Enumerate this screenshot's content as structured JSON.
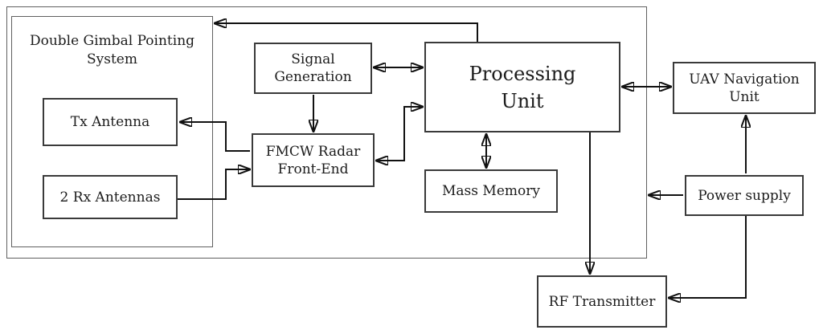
{
  "nodes": {
    "gimbal_system": {
      "line1": "Double Gimbal",
      "line2": "Pointing System"
    },
    "tx_antenna": {
      "label": "Tx Antenna"
    },
    "rx_antennas": {
      "label": "2 Rx Antennas"
    },
    "signal_generation": {
      "line1": "Signal",
      "line2": "Generation"
    },
    "fmcw_front_end": {
      "line1": "FMCW Radar",
      "line2": "Front-End"
    },
    "processing_unit": {
      "line1": "Processing",
      "line2": "Unit"
    },
    "mass_memory": {
      "label": "Mass Memory"
    },
    "uav_navigation": {
      "line1": "UAV Navigation",
      "line2": "Unit"
    },
    "power_supply": {
      "label": "Power supply"
    },
    "rf_transmitter": {
      "label": "RF Transmitter"
    }
  },
  "connections": [
    {
      "from": "processing_unit",
      "to": "gimbal_system",
      "direction": "one-way"
    },
    {
      "from": "signal_generation",
      "to": "processing_unit",
      "direction": "two-way"
    },
    {
      "from": "signal_generation",
      "to": "fmcw_front_end",
      "direction": "one-way"
    },
    {
      "from": "fmcw_front_end",
      "to": "processing_unit",
      "direction": "two-way"
    },
    {
      "from": "fmcw_front_end",
      "to": "tx_antenna",
      "direction": "one-way"
    },
    {
      "from": "rx_antennas",
      "to": "fmcw_front_end",
      "direction": "one-way"
    },
    {
      "from": "processing_unit",
      "to": "uav_navigation",
      "direction": "two-way"
    },
    {
      "from": "processing_unit",
      "to": "mass_memory",
      "direction": "two-way"
    },
    {
      "from": "processing_unit",
      "to": "rf_transmitter",
      "direction": "one-way"
    },
    {
      "from": "power_supply",
      "to": "radar_system_enclosure",
      "direction": "one-way"
    },
    {
      "from": "power_supply",
      "to": "uav_navigation",
      "direction": "one-way"
    },
    {
      "from": "power_supply",
      "to": "rf_transmitter",
      "direction": "one-way"
    }
  ],
  "colors": {
    "arrow": "#111111",
    "box_border": "#3a3a3a",
    "container_border": "#606060",
    "text": "#1c1c1c",
    "background": "#ffffff"
  }
}
